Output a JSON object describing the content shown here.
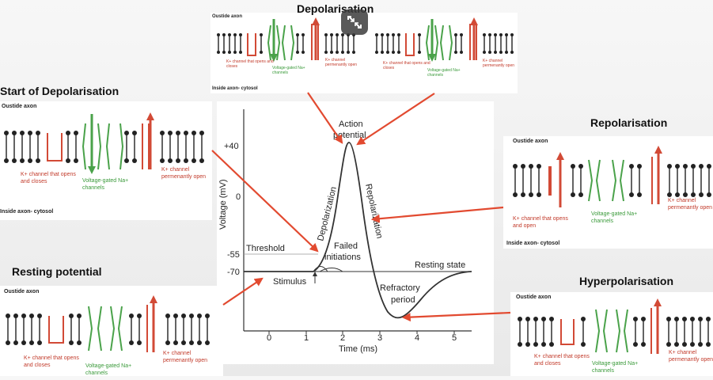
{
  "panels": {
    "depol": {
      "title": "Depolarisation",
      "outside": "Oustide axon",
      "inside": "Inside axon- cytosol",
      "k_label": "K+ channel that opens and closes",
      "na_label": "Voltage-gated Na+ channels",
      "perm_label": "K+ channel permenantly open"
    },
    "start": {
      "title": "Start of Depolarisation",
      "outside": "Oustide axon",
      "inside": "Inside axon- cytosol",
      "k_label": "K+ channel that opens and closes",
      "na_label": "Voltage-gated Na+ channels",
      "perm_label": "K+ channel permenantly open"
    },
    "repol": {
      "title": "Repolarisation",
      "outside": "Oustide axon",
      "inside": "Inside axon- cytosol",
      "k_label": "K+ channel that opens and open",
      "na_label": "Voltage-gated Na+ channels",
      "perm_label": "K+ channel permenantly open"
    },
    "rest": {
      "title": "Resting potential",
      "outside": "Oustide axon",
      "k_label": "K+ channel that opens and closes",
      "na_label": "Voltage-gated Na+ channels",
      "perm_label": "K+ channel permenantly open"
    },
    "hyper": {
      "title": "Hyperpolarisation",
      "outside": "Oustide axon",
      "k_label": "K+ channel that opens and closes",
      "na_label": "Voltage-gated Na+ channels",
      "perm_label": "K+ channel permenantly open"
    }
  },
  "graph": {
    "ylabel": "Voltage (mV)",
    "xlabel": "Time (ms)",
    "y_ticks": [
      "+40",
      "0",
      "-55",
      "-70"
    ],
    "x_ticks": [
      "0",
      "1",
      "2",
      "3",
      "4",
      "5"
    ],
    "action_potential": "Action potential",
    "depolarization": "Depolarization",
    "repolarization": "Repolarization",
    "threshold": "Threshold",
    "failed_initiations": "Failed initiations",
    "resting_state": "Resting state",
    "stimulus": "Stimulus",
    "refractory_period": "Refractory period"
  },
  "colors": {
    "red": "#d24a36",
    "green": "#4aa24a",
    "arrow": "#e24a30"
  },
  "icons": {
    "overlay_button": "exit-fullscreen-icon"
  }
}
